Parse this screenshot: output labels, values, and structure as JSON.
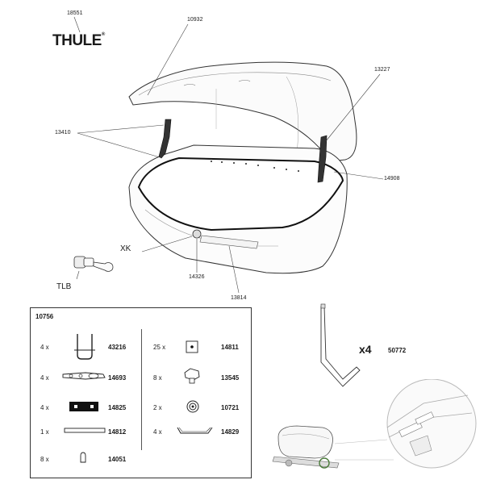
{
  "brand": {
    "name": "THULE",
    "registered": "®"
  },
  "parts": {
    "brand_part": "18551",
    "lid": "10932",
    "right_strut": "13227",
    "left_strut": "13410",
    "seal": "14908",
    "lock": "14326",
    "hinge_rail": "13814",
    "lock_key": "XK",
    "lock_cylinder": "TLB"
  },
  "kit": {
    "title": "10756",
    "left_column": [
      {
        "qty": "4 x",
        "part": "43216",
        "icon": "u-bolt-icon"
      },
      {
        "qty": "4 x",
        "part": "14693",
        "icon": "clamp-plate-icon"
      },
      {
        "qty": "4 x",
        "part": "14825",
        "icon": "rubber-pad-icon"
      },
      {
        "qty": "1 x",
        "part": "14812",
        "icon": "strip-icon"
      },
      {
        "qty": "8 x",
        "part": "14051",
        "icon": "end-cap-icon"
      }
    ],
    "right_column": [
      {
        "qty": "25 x",
        "part": "14811",
        "icon": "square-nut-icon"
      },
      {
        "qty": "8 x",
        "part": "13545",
        "icon": "knob-icon"
      },
      {
        "qty": "2 x",
        "part": "10721",
        "icon": "coil-icon"
      },
      {
        "qty": "4 x",
        "part": "14829",
        "icon": "handle-strap-icon"
      }
    ]
  },
  "bracket": {
    "multiplier": "x4",
    "part": "50772"
  }
}
